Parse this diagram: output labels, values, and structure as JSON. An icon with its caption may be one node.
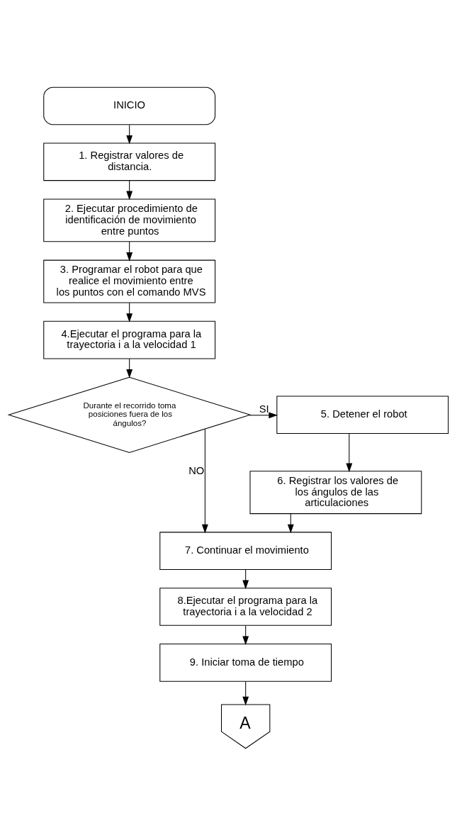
{
  "diagram": {
    "nodes": [
      {
        "text": [
          "INICIO"
        ]
      },
      {
        "text": [
          "1. Registrar valores de distancia."
        ]
      },
      {
        "text": [
          "2. Ejecutar procedimiento de identificación de movimiento entre puntos"
        ]
      },
      {
        "text": [
          "3. Programar el robot para que realice el movimiento entre los puntos con el comando MVS"
        ]
      },
      {
        "text": [
          "4.Ejecutar el programa para la trayectoria i a la velocidad 1"
        ]
      },
      {
        "text": [
          "Durante el recorrido toma posiciones fuera de los ángulos?"
        ]
      },
      {
        "text": [
          "5. Detener el robot"
        ]
      },
      {
        "text": [
          "6. Registrar los valores de los ángulos de las articulaciones"
        ]
      },
      {
        "text": [
          "7. Continuar el movimiento"
        ]
      },
      {
        "text": [
          "8.Ejecutar el programa para la trayectoria i a la velocidad 2"
        ]
      },
      {
        "text": [
          "9. Iniciar toma de tiempo"
        ]
      },
      {
        "text": [
          "A"
        ]
      }
    ],
    "edges": [
      {
        "from": 0,
        "to": 1,
        "arrow": "to"
      },
      {
        "from": 1,
        "to": 2,
        "arrow": "to"
      },
      {
        "from": 2,
        "to": 3,
        "arrow": "to"
      },
      {
        "from": 3,
        "to": 4,
        "arrow": "to"
      },
      {
        "from": 4,
        "to": 5,
        "arrow": "to"
      },
      {
        "from": 5,
        "to": 6,
        "arrow": "to",
        "label": "SI"
      },
      {
        "from": 6,
        "to": 7,
        "arrow": "to"
      },
      {
        "from": 5,
        "to": 8,
        "arrow": "to",
        "label": "NO"
      },
      {
        "from": 7,
        "to": 8,
        "arrow": "to"
      },
      {
        "from": 8,
        "to": 9,
        "arrow": "to"
      },
      {
        "from": 9,
        "to": 10,
        "arrow": "to"
      },
      {
        "from": 10,
        "to": 11,
        "arrow": "to"
      }
    ]
  }
}
